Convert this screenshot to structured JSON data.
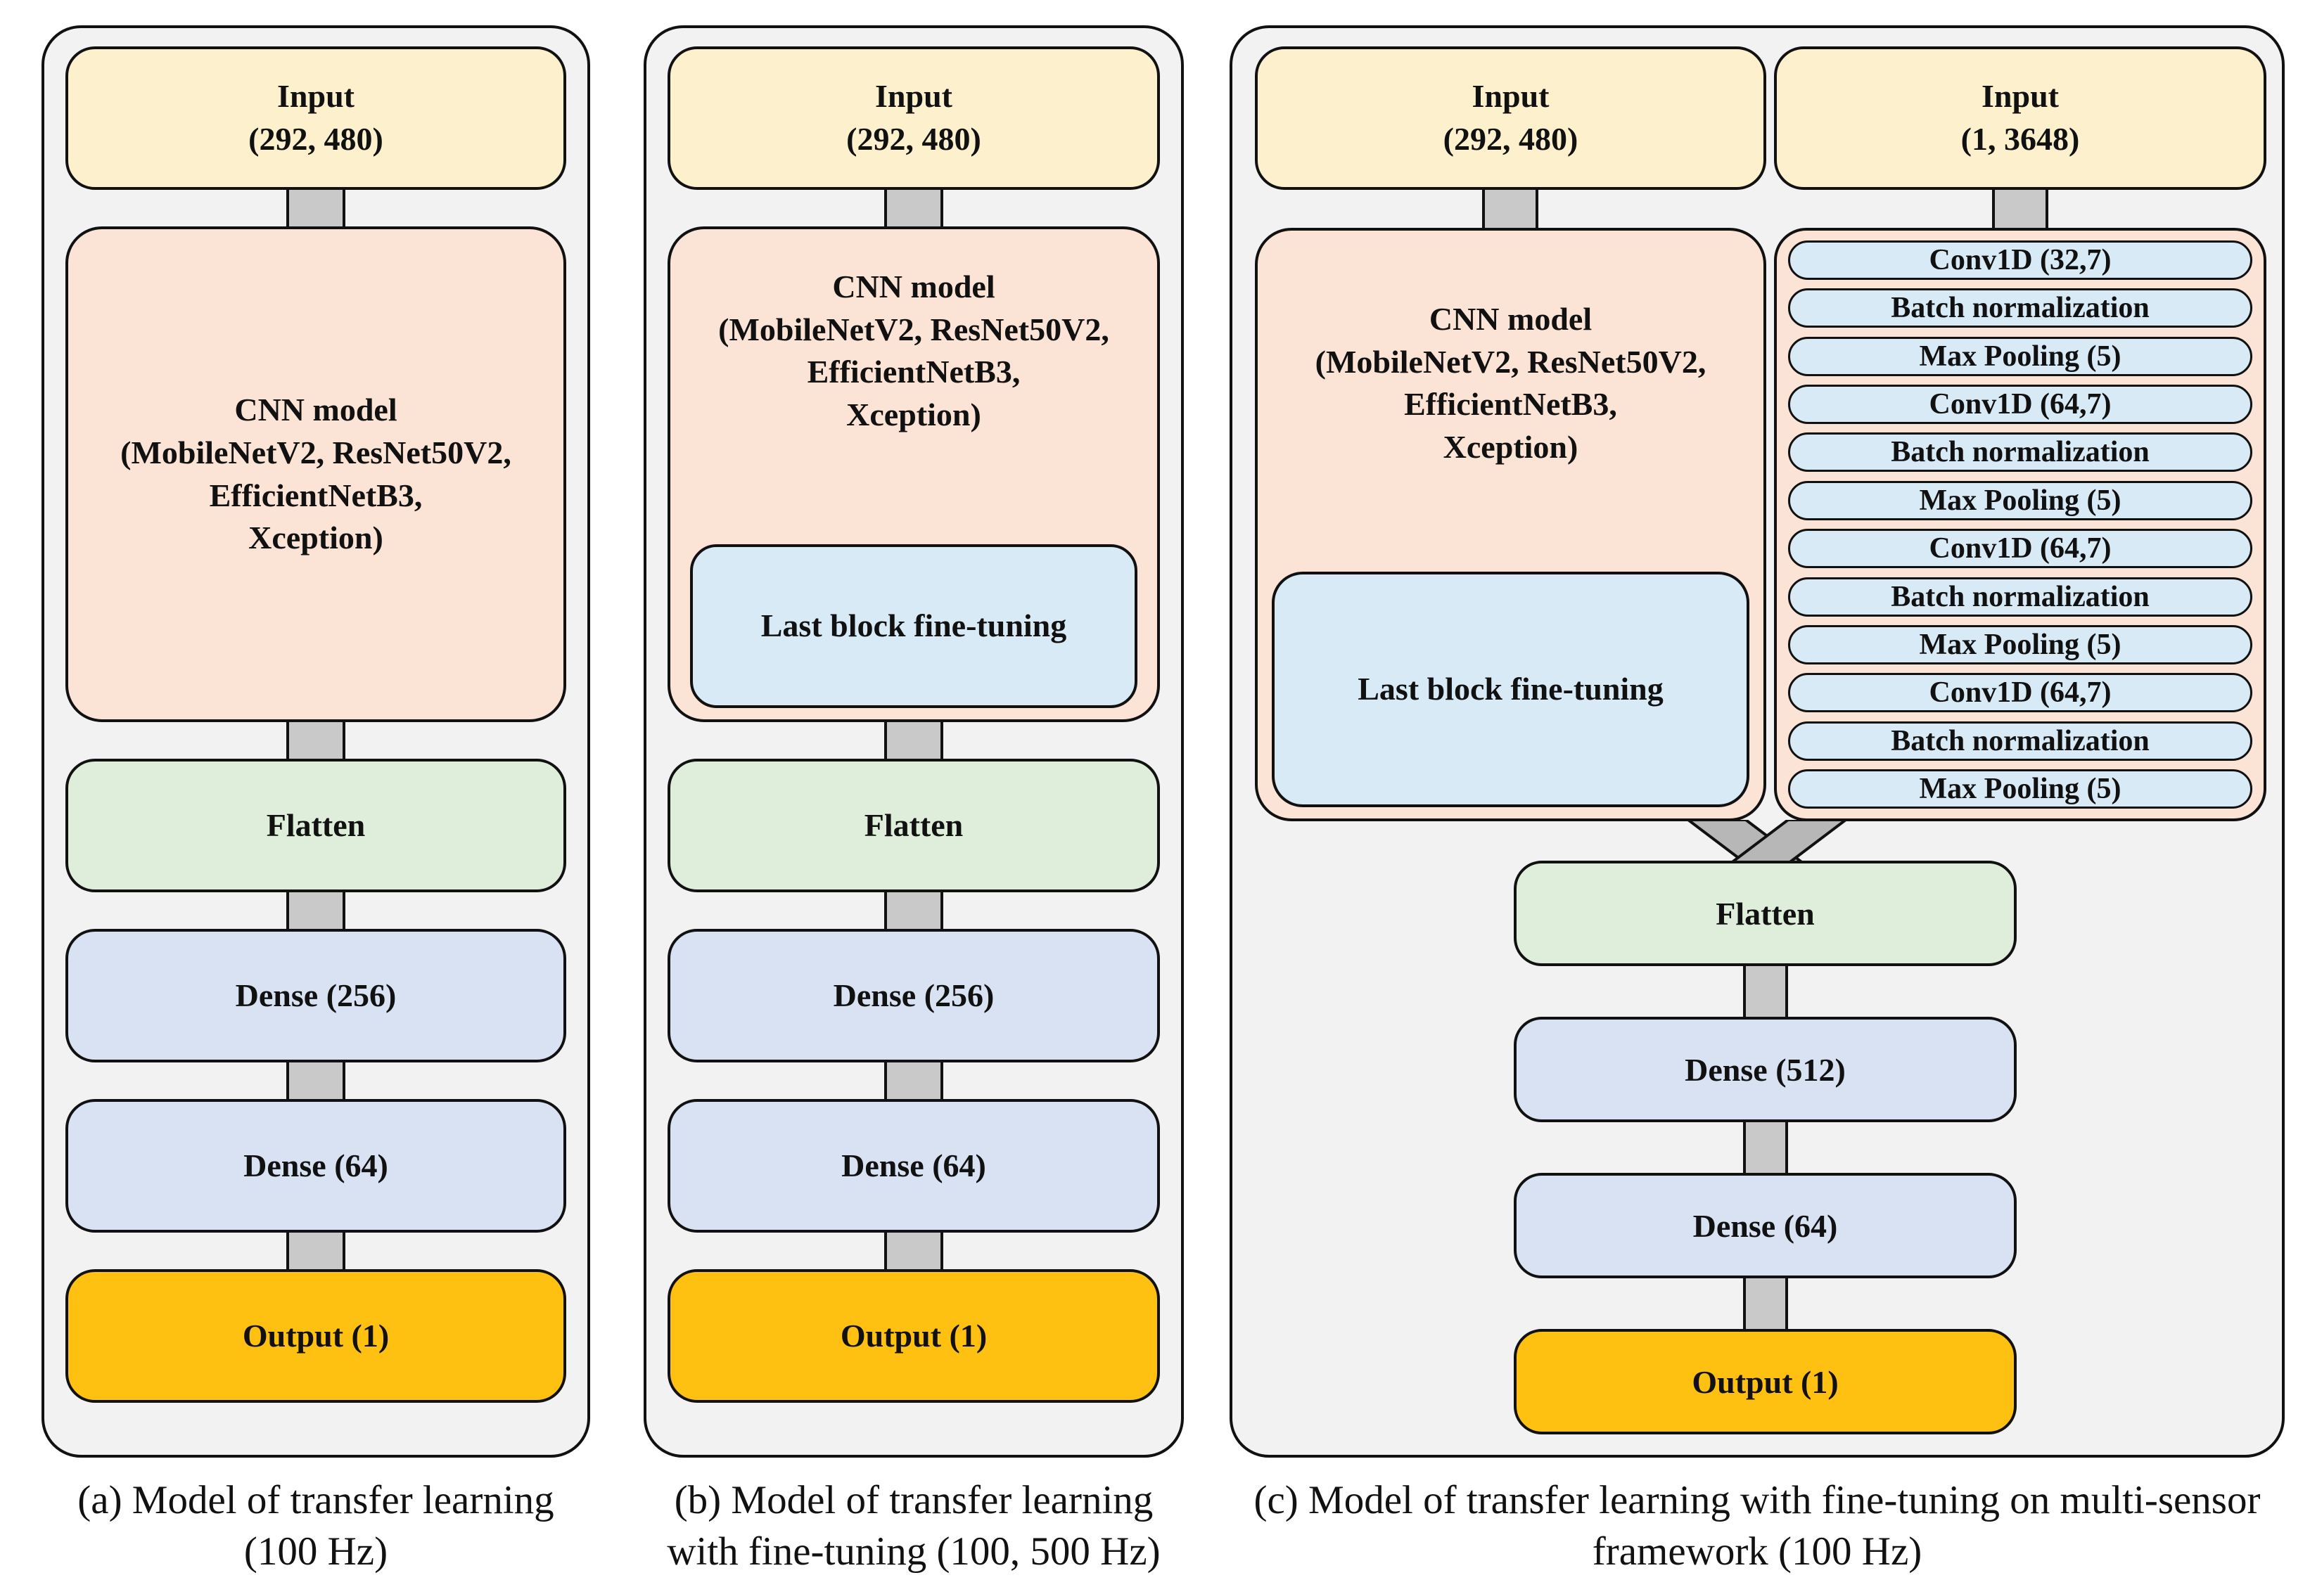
{
  "colors": {
    "panel_bg": "#F2F2F2",
    "input_yellow": "#FCF1CC",
    "cnn_peach": "#FBE3D5",
    "flatten_green": "#DFEEDA",
    "dense_blue": "#D9E2F3",
    "light_blue": "#D9EAF7",
    "output_orange": "#FEC011",
    "connector_gray": "#C9C9C9",
    "arrow_gray": "#B7B7B7",
    "line": "#111111"
  },
  "panel_a": {
    "input_title": "Input",
    "input_shape": "(292, 480)",
    "cnn_l1": "CNN model",
    "cnn_l2": "(MobileNetV2, ResNet50V2,",
    "cnn_l3": "EfficientNetB3,",
    "cnn_l4": "Xception)",
    "flatten": "Flatten",
    "dense1": "Dense (256)",
    "dense2": "Dense (64)",
    "output": "Output (1)",
    "caption_l1": "(a) Model of transfer learning",
    "caption_l2": "(100 Hz)"
  },
  "panel_b": {
    "input_title": "Input",
    "input_shape": "(292, 480)",
    "cnn_l1": "CNN model",
    "cnn_l2": "(MobileNetV2, ResNet50V2,",
    "cnn_l3": "EfficientNetB3,",
    "cnn_l4": "Xception)",
    "fine_tuning": "Last block fine-tuning",
    "flatten": "Flatten",
    "dense1": "Dense (256)",
    "dense2": "Dense (64)",
    "output": "Output (1)",
    "caption_l1": "(b) Model of transfer learning",
    "caption_l2": "with fine-tuning (100, 500 Hz)"
  },
  "panel_c": {
    "input_image_title": "Input",
    "input_image_shape": "(292, 480)",
    "input_signal_title": "Input",
    "input_signal_shape": "(1, 3648)",
    "cnn_l1": "CNN model",
    "cnn_l2": "(MobileNetV2, ResNet50V2,",
    "cnn_l3": "EfficientNetB3,",
    "cnn_l4": "Xception)",
    "fine_tuning": "Last block fine-tuning",
    "conv_layers": [
      "Conv1D (32,7)",
      "Batch normalization",
      "Max Pooling (5)",
      "Conv1D (64,7)",
      "Batch normalization",
      "Max Pooling (5)",
      "Conv1D (64,7)",
      "Batch normalization",
      "Max Pooling (5)",
      "Conv1D (64,7)",
      "Batch normalization",
      "Max Pooling (5)"
    ],
    "flatten": "Flatten",
    "dense1": "Dense (512)",
    "dense2": "Dense (64)",
    "output": "Output (1)",
    "caption_l1": "(c) Model of transfer learning with fine-tuning on multi-sensor",
    "caption_l2": "framework (100 Hz)"
  }
}
